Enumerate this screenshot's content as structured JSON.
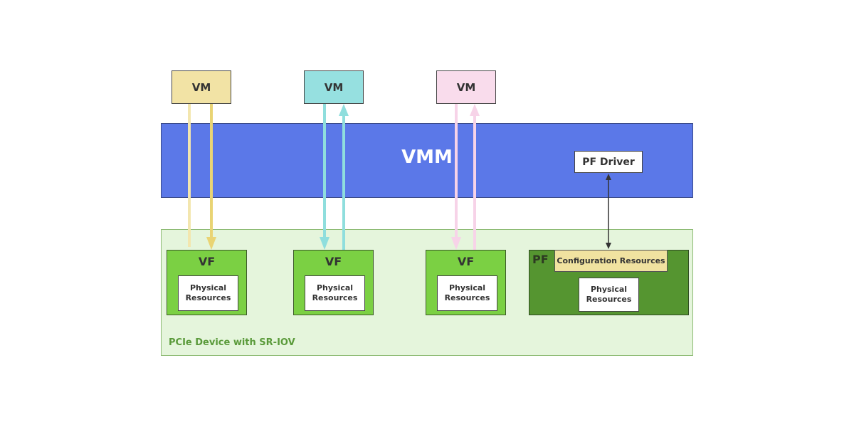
{
  "vms": [
    {
      "label": "VM",
      "color": "#f2e3a5",
      "arrow_down_color": "#e9d474",
      "arrow_up_color": "#f3e6ae"
    },
    {
      "label": "VM",
      "color": "#96e0e0",
      "arrow_down_color": "#8fdedd",
      "arrow_up_color": "#8fdedd"
    },
    {
      "label": "VM",
      "color": "#f9dcec",
      "arrow_down_color": "#f7d3e8",
      "arrow_up_color": "#f7d3e8"
    }
  ],
  "vmm": {
    "label": "VMM",
    "color": "#5b78e8"
  },
  "pf_driver": {
    "label": "PF Driver"
  },
  "device": {
    "label": "PCIe Device with SR-IOV"
  },
  "vfs": [
    {
      "title": "VF",
      "resources_line1": "Physical",
      "resources_line2": "Resources"
    },
    {
      "title": "VF",
      "resources_line1": "Physical",
      "resources_line2": "Resources"
    },
    {
      "title": "VF",
      "resources_line1": "Physical",
      "resources_line2": "Resources"
    }
  ],
  "pf": {
    "title": "PF",
    "config_label": "Configuration Resources",
    "resources_line1": "Physical",
    "resources_line2": "Resources"
  }
}
